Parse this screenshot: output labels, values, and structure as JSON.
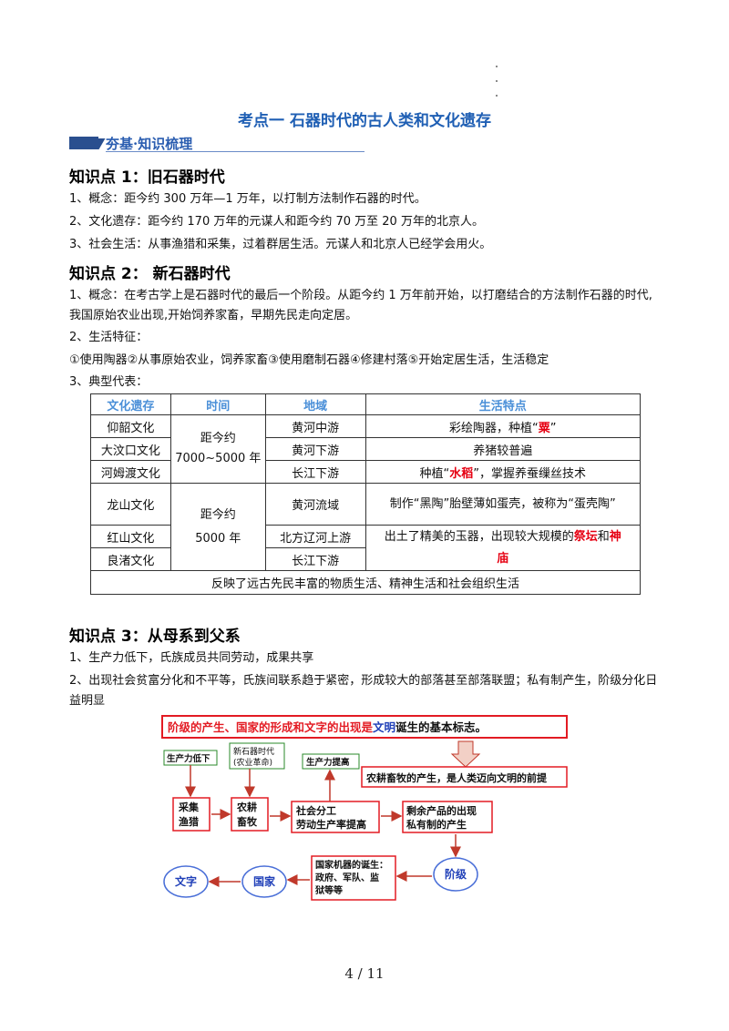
{
  "title": "考点一   石器时代的古人类和文化遗存",
  "banner": "夯基·知识梳理",
  "k1": {
    "heading": "知识点 1：旧石器时代",
    "lines": [
      "1、概念：距今约 300 万年—1 万年，以打制方法制作石器的时代。",
      "2、文化遗存：距今约 170 万年的元谋人和距今约 70 万至 20 万年的北京人。",
      "3、社会生活：从事渔猎和采集，过着群居生活。元谋人和北京人已经学会用火。"
    ]
  },
  "k2": {
    "heading": "知识点 2：  新石器时代",
    "concept": "1、概念：在考古学上是石器时代的最后一个阶段。从距今约 1 万年前开始，以打磨结合的方法制作石器的时代,我国原始农业出现,开始饲养家畜，早期先民走向定居。",
    "feature_label": "2、生活特征：",
    "features": "①使用陶器②从事原始农业，饲养家畜③使用磨制石器④修建村落⑤开始定居生活，生活稳定",
    "rep_label": "3、典型代表："
  },
  "table": {
    "headers": [
      "文化遗存",
      "时间",
      "地域",
      "生活特点"
    ],
    "cultures": [
      "仰韶文化",
      "大汶口文化",
      "河姆渡文化",
      "龙山文化",
      "红山文化",
      "良渚文化"
    ],
    "time1_a": "距今约",
    "time1_b": "7000~5000 年",
    "time2_a": "距今约",
    "time2_b": "5000 年",
    "regions": [
      "黄河中游",
      "黄河下游",
      "长江下游",
      "黄河流域",
      "北方辽河上游",
      "长江下游"
    ],
    "f1_pre": "彩绘陶器，种植“",
    "f1_red": "粟",
    "f1_post": "”",
    "f2": "养猪较普遍",
    "f3_pre": "种植“",
    "f3_red": "水稻",
    "f3_post": "”，掌握养蚕缫丝技术",
    "f4": "制作“黑陶”胎壁薄如蛋壳，被称为“蛋壳陶”",
    "f5_pre": "出土了精美的玉器，出现较大规模的",
    "f5_red1": "祭坛",
    "f5_mid": "和",
    "f5_red2": "神庙",
    "summary": "反映了远古先民丰富的物质生活、精神生活和社会组织生活"
  },
  "k3": {
    "heading": "知识点 3：从母系到父系",
    "line1": "1、生产力低下，氏族成员共同劳动，成果共享",
    "line2": "2、出现社会贫富分化和不平等，氏族间联系趋于紧密，形成较大的部落甚至部落联盟；私有制产生，阶级分化日益明显"
  },
  "diagram": {
    "top_black": "阶级的产生、国家的形成和文字的出现是",
    "top_red": "文明",
    "top_black2": "诞生的基本标志。",
    "low_prod": "生产力低下",
    "neolithic_1": "新石器时代",
    "neolithic_2": "(农业革命)",
    "prod_up": "生产力提高",
    "farming_emergence": "农耕畜牧的产生，是人类迈向文明的前提",
    "gather_1": "采集",
    "gather_2": "渔猎",
    "farm_1": "农耕",
    "farm_2": "畜牧",
    "division_1": "社会分工",
    "division_2": "劳动生产率提高",
    "surplus_1": "剩余产品的出现",
    "surplus_2": "私有制的产生",
    "class": "阶级",
    "state_1": "国家机器的诞生：",
    "state_2": "政府、军队、监",
    "state_3": "狱等等",
    "nation": "国家",
    "writing": "文字",
    "color_red": "#e31b23",
    "color_blue": "#1f3fb8"
  },
  "page_number": "4 / 11"
}
